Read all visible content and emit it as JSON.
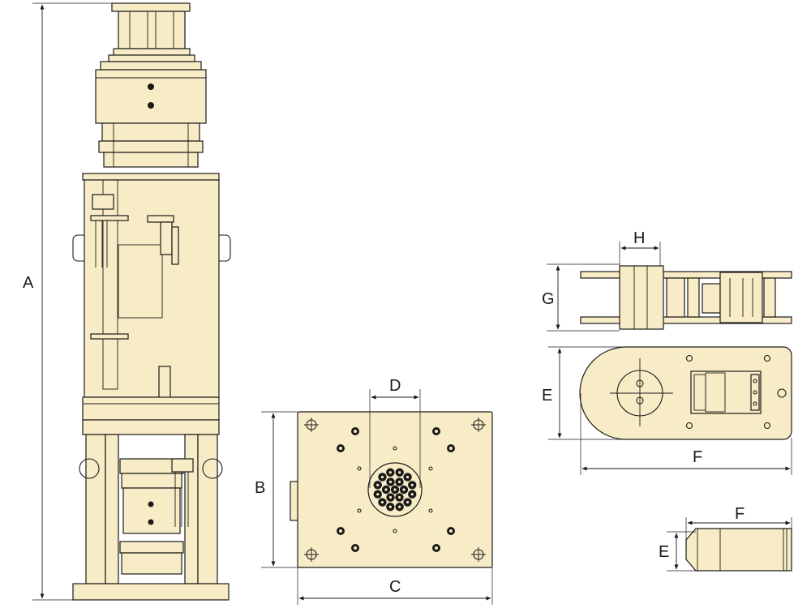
{
  "colors": {
    "body": "#f8ecc6",
    "line": "#1a1a1a",
    "background": "#ffffff"
  },
  "dimensions": {
    "A": "A",
    "B": "B",
    "C": "C",
    "D": "D",
    "E_side": "E",
    "F_side": "F",
    "G": "G",
    "H": "H",
    "E_small": "E",
    "F_small": "F"
  }
}
